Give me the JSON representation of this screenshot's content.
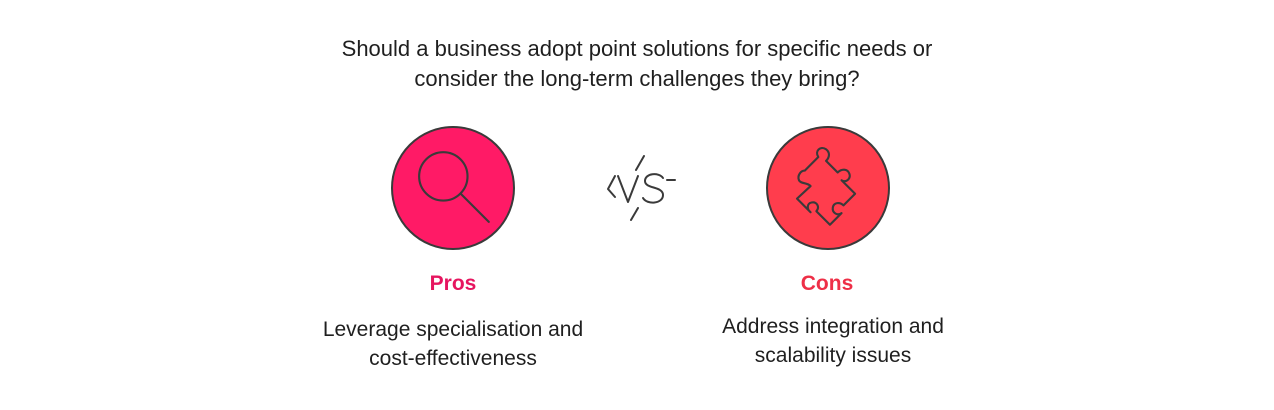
{
  "question": {
    "line1": "Should a business adopt point solutions for specific needs or",
    "line2": "consider the long-term challenges they bring?"
  },
  "vs": {
    "icon": "vs-lightning-icon"
  },
  "pros": {
    "label": "Pros",
    "description_line1": "Leverage specialisation and",
    "description_line2": "cost-effectiveness",
    "icon": "magnifying-glass-icon",
    "color": "#ff1a66"
  },
  "cons": {
    "label": "Cons",
    "description_line1": "Address integration and",
    "description_line2": "scalability issues",
    "icon": "puzzle-piece-icon",
    "color": "#ff3d4d"
  }
}
